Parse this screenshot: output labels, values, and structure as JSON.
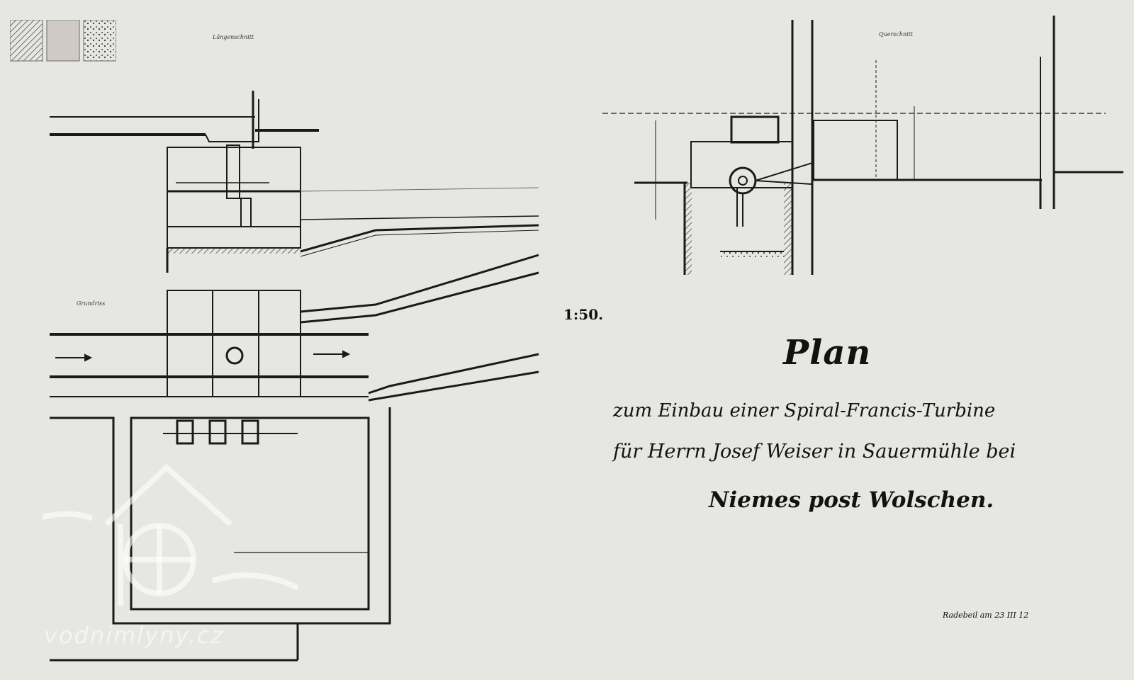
{
  "document": {
    "title": "Plan",
    "subtitle_line1": "zum Einbau einer Spiral-Francis-Turbine",
    "subtitle_line2": "für Herrn Josef Weiser in Sauermühle bei",
    "subtitle_line3": "Niemes post Wolschen.",
    "scale": "1:50.",
    "signature": "Radebeil am 23 III 12",
    "watermark": "vodnimlyny.cz"
  },
  "drawings": {
    "longitudinal_section_label": "Längenschnitt",
    "cross_section_label": "Querschnitt",
    "ground_plan_label": "Grundriss"
  },
  "colors": {
    "paper": "#e6e6e2",
    "ink": "#1c1a18",
    "hatch": "#3a3632"
  }
}
